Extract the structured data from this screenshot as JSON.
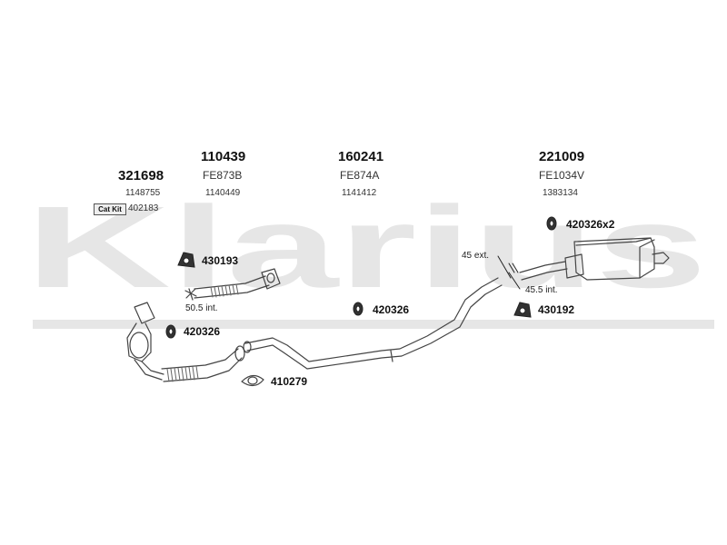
{
  "watermark": {
    "text": "Klarius"
  },
  "parts": {
    "p321698": {
      "number": "321698",
      "oe": "1148755"
    },
    "p110439": {
      "number": "110439",
      "code": "FE873B",
      "oe": "1140449"
    },
    "p160241": {
      "number": "160241",
      "code": "FE874A",
      "oe": "1141412"
    },
    "p221009": {
      "number": "221009",
      "code": "FE1034V",
      "oe": "1383134"
    }
  },
  "catkit": {
    "label": "Cat Kit",
    "number": "402183"
  },
  "fittings": {
    "f430193": "430193",
    "f420326_left": "420326",
    "f420326_mid": "420326",
    "f420326x2": "420326x2",
    "f430192": "430192",
    "f410279": "410279"
  },
  "dimensions": {
    "d50": "50.5 int.",
    "d45ext": "45 ext.",
    "d45int": "45.5 int."
  },
  "colors": {
    "line": "#444444",
    "watermark": "#e4e4e4",
    "flex": "#666666"
  }
}
